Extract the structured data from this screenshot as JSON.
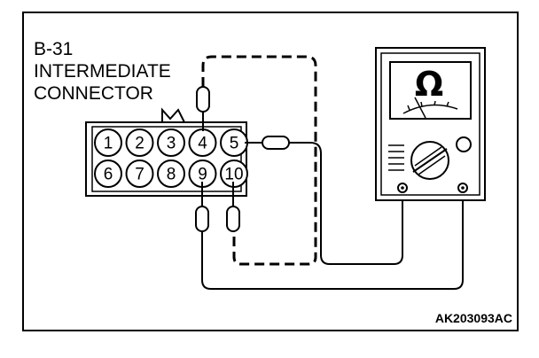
{
  "connector": {
    "id": "B-31",
    "name_line1": "INTERMEDIATE",
    "name_line2": "CONNECTOR",
    "pins_top": [
      "1",
      "2",
      "3",
      "4",
      "5"
    ],
    "pins_bottom": [
      "6",
      "7",
      "8",
      "9",
      "10"
    ]
  },
  "meter": {
    "symbol": "Ω",
    "icon": "ohmmeter-icon"
  },
  "figure_id": "AK203093AC"
}
